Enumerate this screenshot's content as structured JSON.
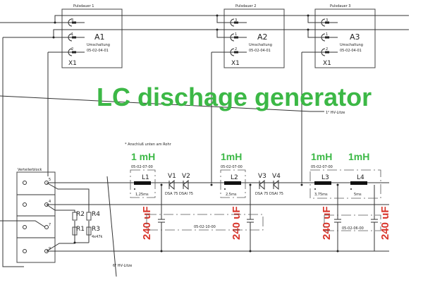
{
  "title": "LC dischage generator",
  "colors": {
    "title": "#3cb846",
    "capacitance": "#d8342a",
    "wire": "#333333"
  },
  "modules": [
    {
      "header": "Pulsdauer 1",
      "id": "A1",
      "desc": "Umschaltung",
      "part": "05-02-04-01",
      "connector": "X1",
      "pins": [
        "3",
        "1",
        "2"
      ]
    },
    {
      "header": "Pulsdauer 2",
      "id": "A2",
      "desc": "Umschaltung",
      "part": "05-02-04-01",
      "connector": "X1",
      "pins": [
        "3",
        "1",
        "2"
      ]
    },
    {
      "header": "Pulsdauer 3",
      "id": "A3",
      "desc": "Umschaltung",
      "part": "05-02-04-01",
      "connector": "X1",
      "pins": [
        "3",
        "1",
        "2"
      ]
    }
  ],
  "cable_top": "1² HV-Litze",
  "cable_bottom": "6² HV-Litze",
  "note": "* Anschluß unten am Rohr",
  "inductors": [
    {
      "id": "L1",
      "value": "1 mH",
      "part": "05-02-07-00",
      "time": "1,25ms"
    },
    {
      "id": "L2",
      "value": "1mH",
      "part": "05-02-07-00",
      "time": "2,5ms"
    },
    {
      "id": "L3",
      "value": "1mH",
      "part": "05-02-07-00",
      "time": "3,75ms"
    },
    {
      "id": "L4",
      "value": "1mH",
      "part": "",
      "time": "5ms"
    }
  ],
  "diodes": [
    {
      "id": "V1",
      "type": "DSA 75"
    },
    {
      "id": "V2",
      "type": "DSAI 75"
    },
    {
      "id": "V3",
      "type": "DSA 75"
    },
    {
      "id": "V4",
      "type": "DSAI 75"
    }
  ],
  "capacitors": [
    {
      "value": "240 uF"
    },
    {
      "value": "240 uF"
    },
    {
      "value": "240 uF"
    },
    {
      "value": "240 uF"
    }
  ],
  "cap_groups": [
    {
      "part": "05-02-10-00"
    },
    {
      "part": "05-02-06-00"
    }
  ],
  "distribution_block": {
    "title": "Verteilerblock",
    "terminals": [
      "5",
      "4",
      "7",
      "9"
    ]
  },
  "resistors": [
    {
      "id": "R2"
    },
    {
      "id": "R1"
    },
    {
      "id": "R4"
    },
    {
      "id": "R3"
    }
  ],
  "resistor_note": "4x47k"
}
